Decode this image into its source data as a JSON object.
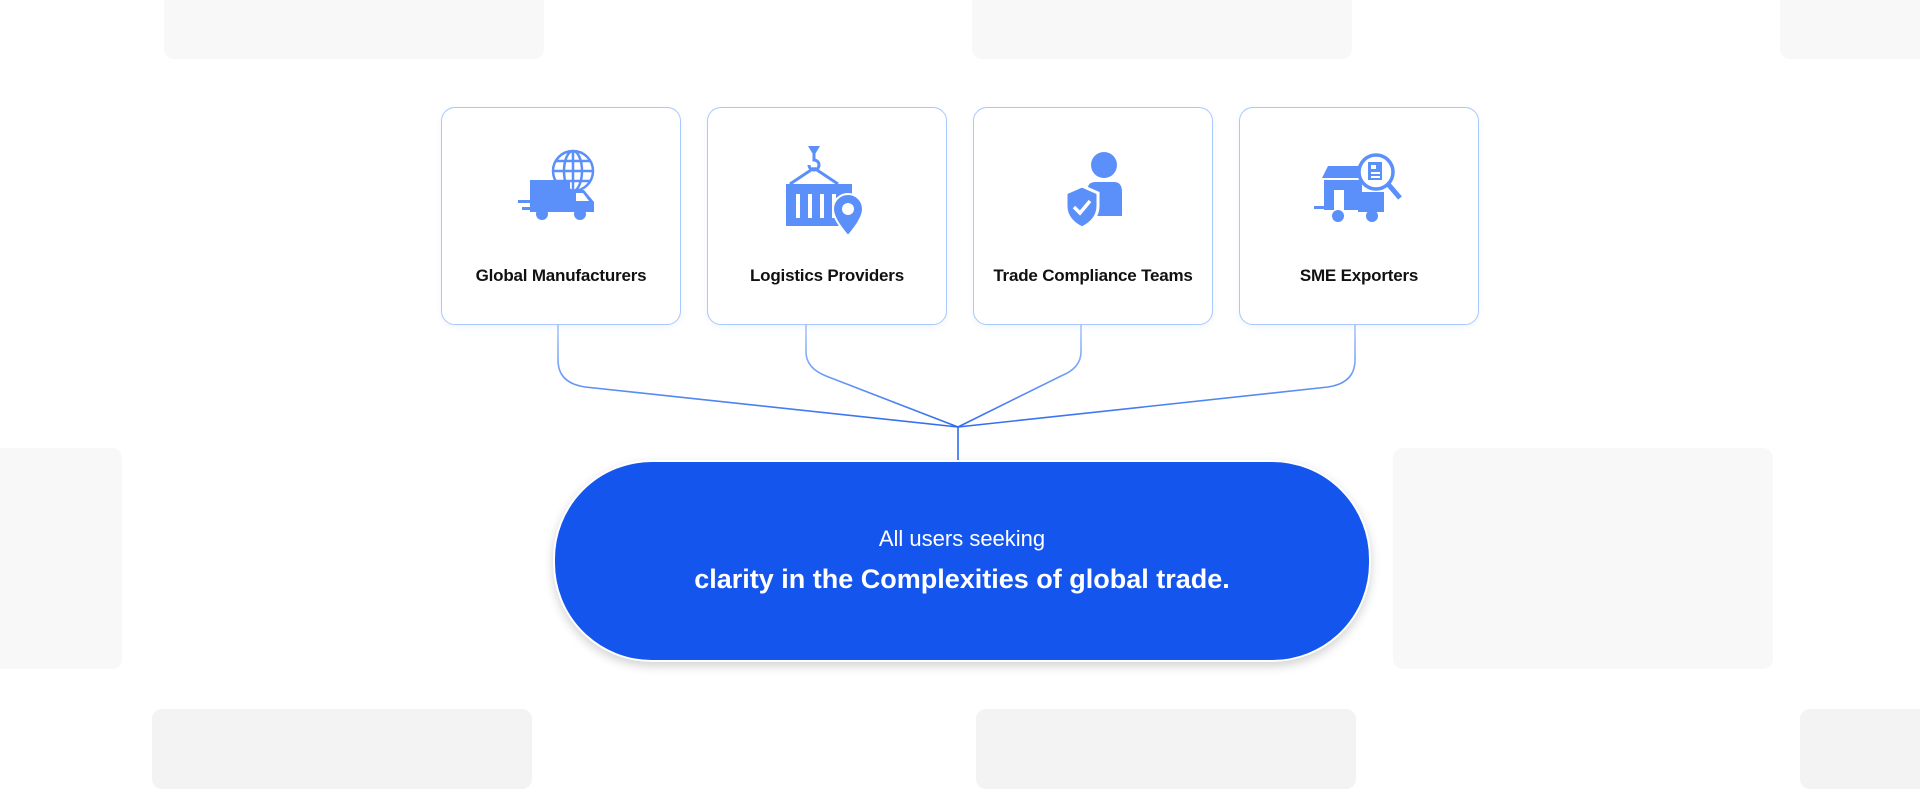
{
  "colors": {
    "accent": "#1355ed",
    "icon": "#5b8ff9",
    "card_border": "#a9c8fb"
  },
  "cards": [
    {
      "label": "Global Manufacturers",
      "icon": "truck-globe-icon"
    },
    {
      "label": "Logistics Providers",
      "icon": "container-location-icon"
    },
    {
      "label": "Trade Compliance Teams",
      "icon": "user-shield-icon"
    },
    {
      "label": "SME Exporters",
      "icon": "store-truck-search-icon"
    }
  ],
  "hub": {
    "line1": "All users seeking",
    "line2": "clarity in the Complexities of global trade."
  }
}
